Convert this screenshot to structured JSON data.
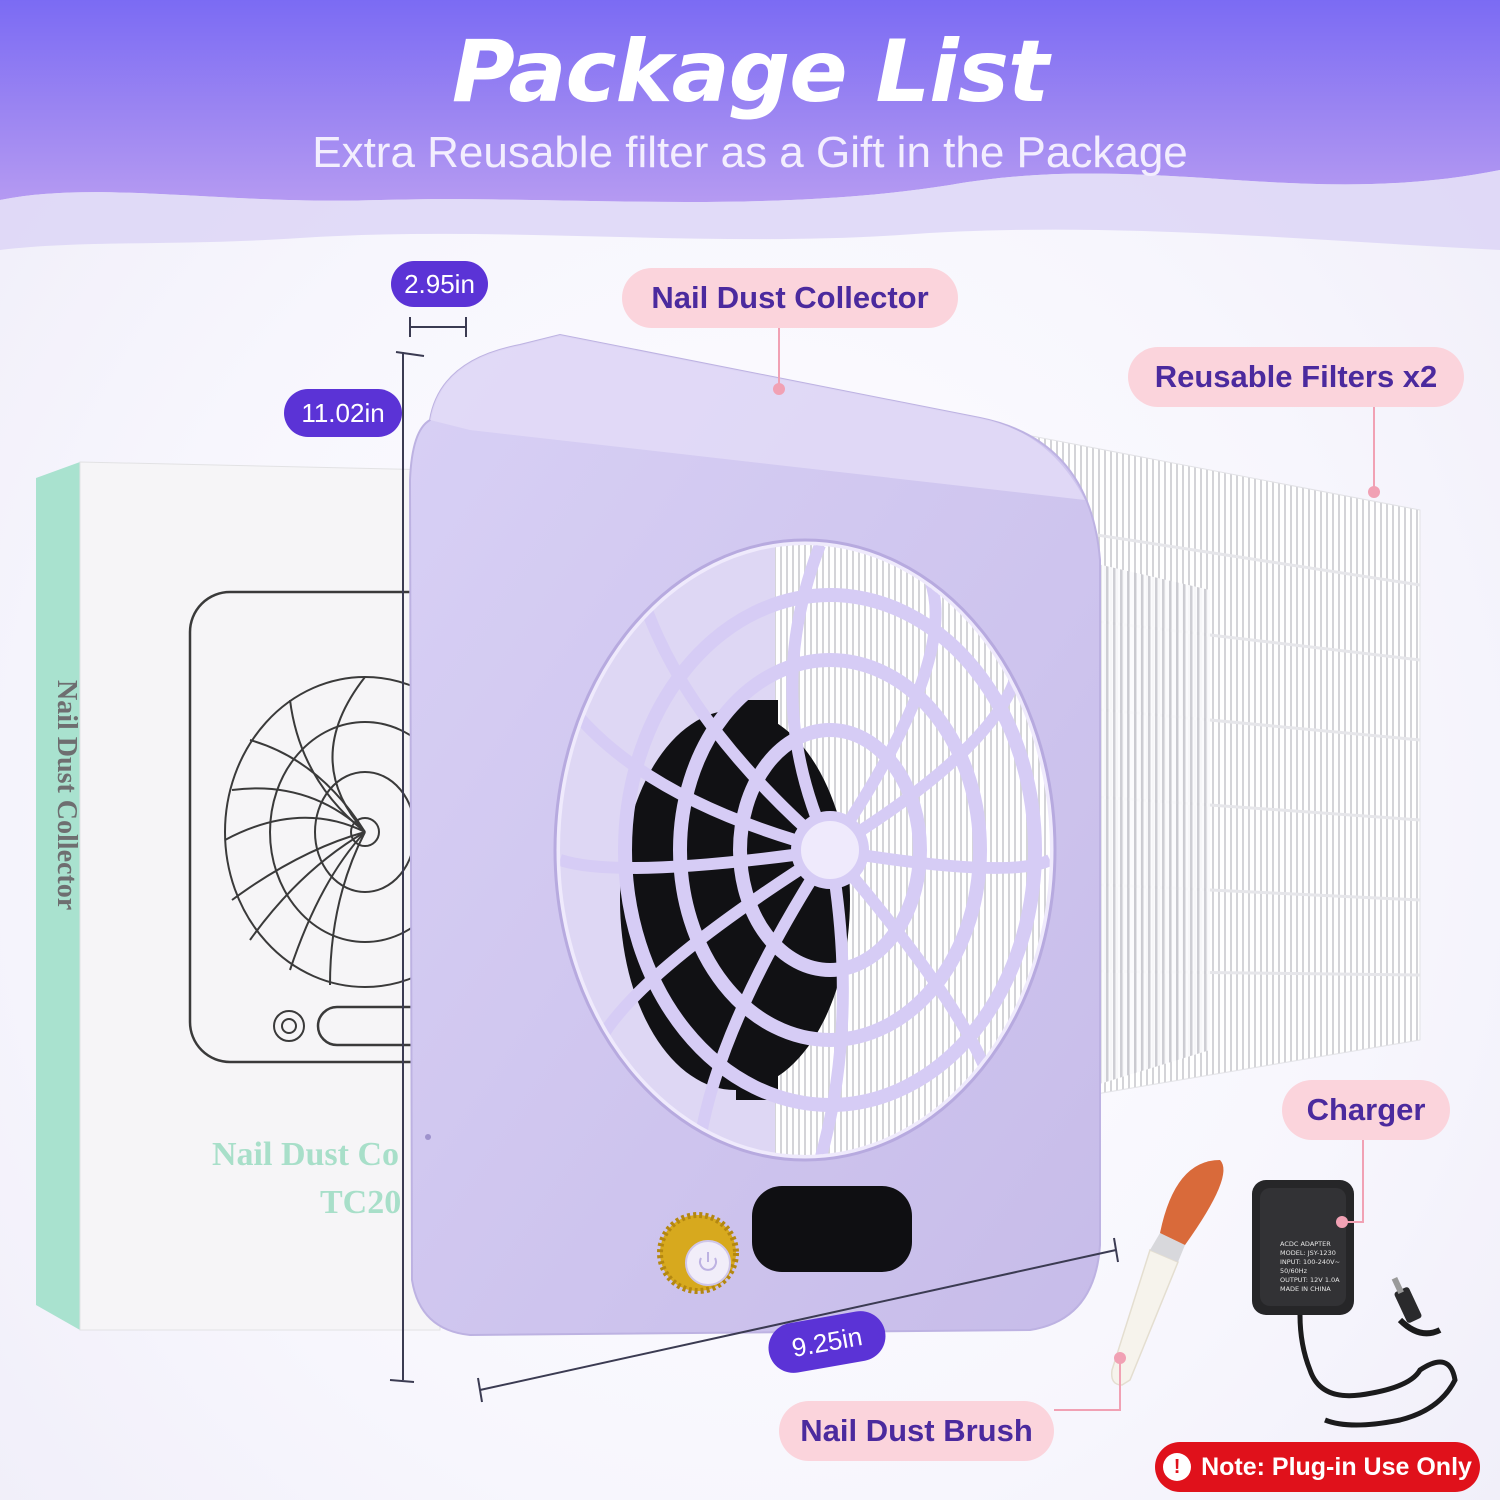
{
  "header": {
    "title": "Package List",
    "subtitle": "Extra Reusable filter as a Gift in the Package"
  },
  "labels": {
    "collector": "Nail Dust Collector",
    "filters": "Reusable Filters x2",
    "charger": "Charger",
    "brush": "Nail Dust Brush"
  },
  "dimensions": {
    "depth": "2.95in",
    "height": "11.02in",
    "width": "9.25in"
  },
  "box": {
    "side_text": "Nail Dust Collector",
    "front_name": "Nail Dust Co",
    "front_model": "TC20"
  },
  "charger_label_lines": [
    "ACDC ADAPTER",
    "MODEL: JSY-1230",
    "INPUT: 100-240V~",
    "50/60Hz",
    "OUTPUT: 12V 1.0A",
    "MADE IN CHINA"
  ],
  "note": {
    "text": "Note: Plug-in Use Only"
  },
  "colors": {
    "header_gradient_start": "#7b6bf3",
    "header_gradient_end": "#c395f0",
    "device": "#cdc2ee",
    "pill_bg": "#fbd4dc",
    "pill_text": "#4b2a9e",
    "dim_bg": "#5b33d6",
    "note_bg": "#e0111b",
    "box_accent": "#a8dfc9"
  }
}
